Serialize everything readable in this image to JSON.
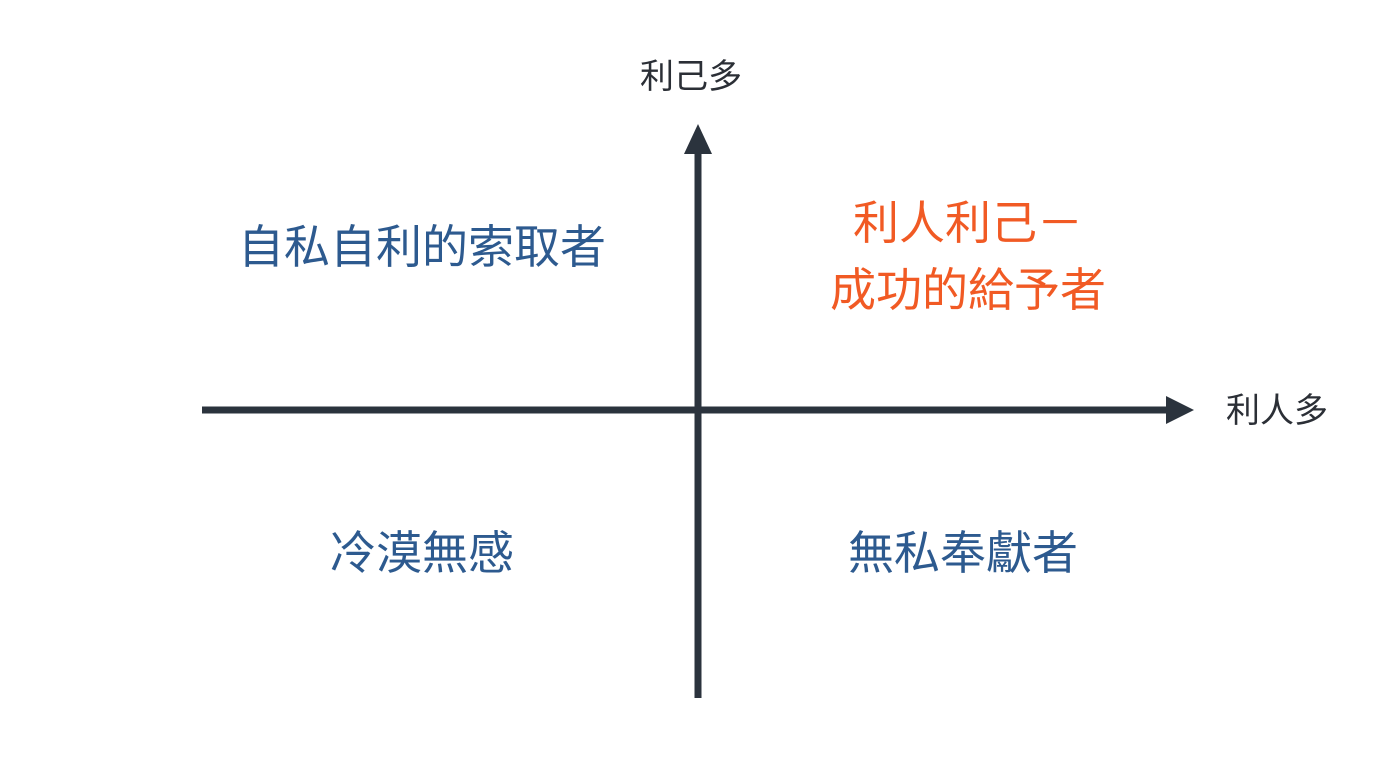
{
  "axes": {
    "y_label": "利己多",
    "x_label": "利人多"
  },
  "quadrants": {
    "top_left": "自私自利的索取者",
    "top_right_line1": "利人利己－",
    "top_right_line2": "成功的給予者",
    "bottom_left": "冷漠無感",
    "bottom_right": "無私奉獻者"
  },
  "colors": {
    "axis": "#2b333d",
    "quadrant_text": "#2d5a8f",
    "highlight_text": "#f15a24",
    "axis_label_text": "#2b2f36"
  }
}
